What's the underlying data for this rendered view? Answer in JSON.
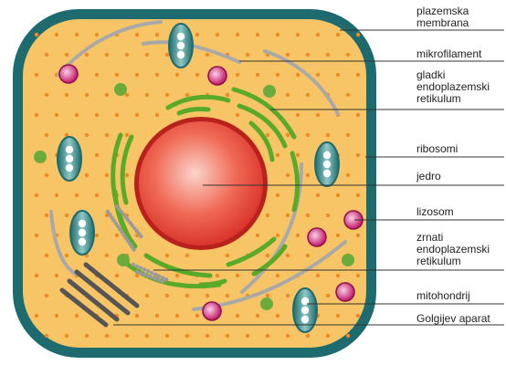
{
  "labels": [
    {
      "id": "membrane",
      "lines": [
        "plazemska",
        "membrana"
      ]
    },
    {
      "id": "microfilament",
      "lines": [
        "mikrofilament"
      ]
    },
    {
      "id": "smooth-er",
      "lines": [
        "gladki",
        "endoplazemski",
        "retikulum"
      ]
    },
    {
      "id": "ribosomes",
      "lines": [
        "ribosomi"
      ]
    },
    {
      "id": "nucleus",
      "lines": [
        "jedro"
      ]
    },
    {
      "id": "lysosome",
      "lines": [
        "lizosom"
      ]
    },
    {
      "id": "rough-er",
      "lines": [
        "zrnati",
        "endoplazemski",
        "retikulum"
      ]
    },
    {
      "id": "mitochondrion",
      "lines": [
        "mitohondrij"
      ]
    },
    {
      "id": "golgi",
      "lines": [
        "Golgijev aparat"
      ]
    }
  ],
  "colors": {
    "membrane": "#1d6b6e",
    "cytoplasm": "#f7c565",
    "ribosome": "#f08a24",
    "nucleus": "#e8392e",
    "nucleus_highlight": "#fbd3cb",
    "er_green": "#5aaa2a",
    "microfilament": "#a9a9a9",
    "lysosome": "#c2186b",
    "mitochondrion": "#2b7a7a",
    "golgi": "#555555",
    "leader_line": "#333333"
  }
}
